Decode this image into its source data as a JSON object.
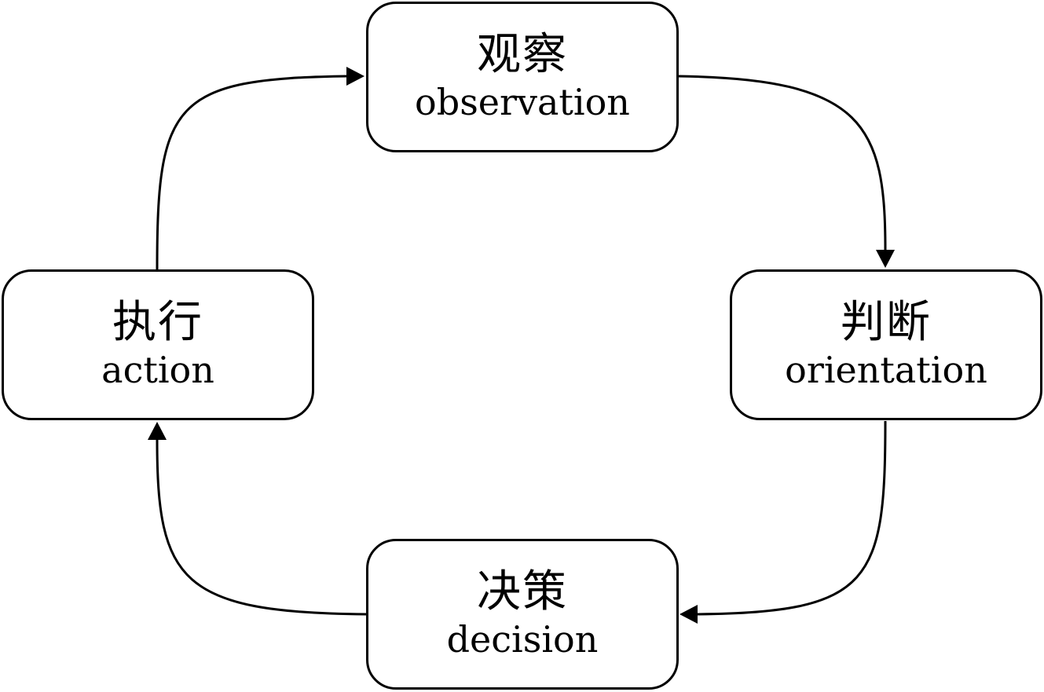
{
  "diagram": {
    "type": "cycle",
    "nodes": [
      {
        "id": "observation",
        "zh": "观察",
        "en": "observation"
      },
      {
        "id": "orientation",
        "zh": "判断",
        "en": "orientation"
      },
      {
        "id": "decision",
        "zh": "决策",
        "en": "decision"
      },
      {
        "id": "action",
        "zh": "执行",
        "en": "action"
      }
    ],
    "edges": [
      {
        "from": "observation",
        "to": "orientation"
      },
      {
        "from": "orientation",
        "to": "decision"
      },
      {
        "from": "decision",
        "to": "action"
      },
      {
        "from": "action",
        "to": "observation"
      }
    ],
    "colors": {
      "stroke": "#000000",
      "fill": "#ffffff"
    }
  }
}
